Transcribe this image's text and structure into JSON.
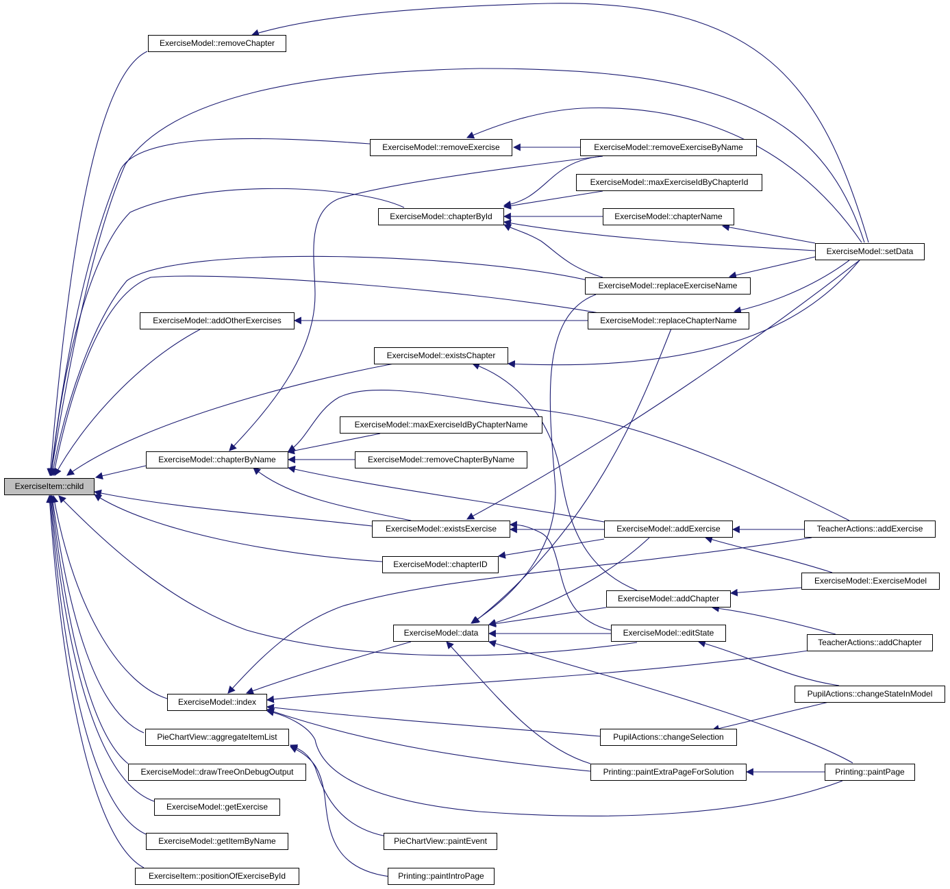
{
  "nodes": {
    "root": "ExerciseItem::child",
    "removeChapter": "ExerciseModel::removeChapter",
    "removeExercise": "ExerciseModel::removeExercise",
    "removeExerciseByName": "ExerciseModel::removeExerciseByName",
    "maxExerciseIdByChapterId": "ExerciseModel::maxExerciseIdByChapterId",
    "chapterById": "ExerciseModel::chapterById",
    "chapterName": "ExerciseModel::chapterName",
    "setData": "ExerciseModel::setData",
    "replaceExerciseName": "ExerciseModel::replaceExerciseName",
    "addOtherExercises": "ExerciseModel::addOtherExercises",
    "replaceChapterName": "ExerciseModel::replaceChapterName",
    "existsChapter": "ExerciseModel::existsChapter",
    "maxExerciseIdByChapterName": "ExerciseModel::maxExerciseIdByChapterName",
    "chapterByName": "ExerciseModel::chapterByName",
    "removeChapterByName": "ExerciseModel::removeChapterByName",
    "existsExercise": "ExerciseModel::existsExercise",
    "addExerciseModel": "ExerciseModel::addExercise",
    "teacherAddExercise": "TeacherActions::addExercise",
    "chapterID": "ExerciseModel::chapterID",
    "exerciseModelCtor": "ExerciseModel::ExerciseModel",
    "addChapter": "ExerciseModel::addChapter",
    "data": "ExerciseModel::data",
    "editState": "ExerciseModel::editState",
    "teacherAddChapter": "TeacherActions::addChapter",
    "index": "ExerciseModel::index",
    "changeStateInModel": "PupilActions::changeStateInModel",
    "aggregateItemList": "PieChartView::aggregateItemList",
    "changeSelection": "PupilActions::changeSelection",
    "drawTreeOnDebugOutput": "ExerciseModel::drawTreeOnDebugOutput",
    "paintExtraPageForSolution": "Printing::paintExtraPageForSolution",
    "paintPage": "Printing::paintPage",
    "getExercise": "ExerciseModel::getExercise",
    "getItemByName": "ExerciseModel::getItemByName",
    "pieChartPaintEvent": "PieChartView::paintEvent",
    "positionOfExerciseById": "ExerciseItem::positionOfExerciseById",
    "paintIntroPage": "Printing::paintIntroPage"
  },
  "colors": {
    "edge": "#191970",
    "root_fill": "#bfbfbf",
    "node_fill": "#ffffff",
    "node_border": "#000000"
  }
}
